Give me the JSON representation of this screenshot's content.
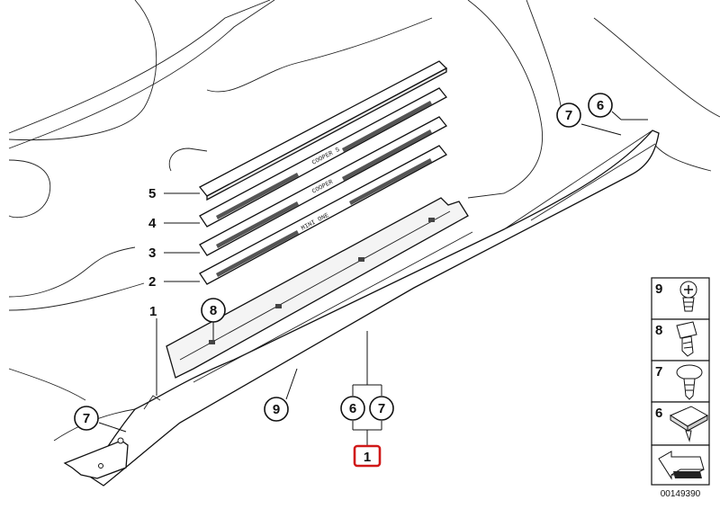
{
  "left_callouts": [
    {
      "num": "5"
    },
    {
      "num": "4"
    },
    {
      "num": "3"
    },
    {
      "num": "2"
    },
    {
      "num": "1"
    }
  ],
  "circle_callouts": {
    "seven_top": "7",
    "six_top": "6",
    "eight": "8",
    "seven_left": "7",
    "nine": "9",
    "six_group": "6",
    "seven_group": "7"
  },
  "highlighted_callout": "1",
  "plate_texts": {
    "cooper_s": "COOPER S",
    "cooper": "COOPER",
    "mini_one": "MINI ONE"
  },
  "legend": [
    {
      "num": "9",
      "icon": "rivet-screw-icon"
    },
    {
      "num": "8",
      "icon": "push-clip-icon"
    },
    {
      "num": "7",
      "icon": "expanding-rivet-icon"
    },
    {
      "num": "6",
      "icon": "clip-nut-icon"
    },
    {
      "num": "",
      "icon": "vehicle-front-arrow-icon"
    }
  ],
  "diagram_id": "00149390"
}
